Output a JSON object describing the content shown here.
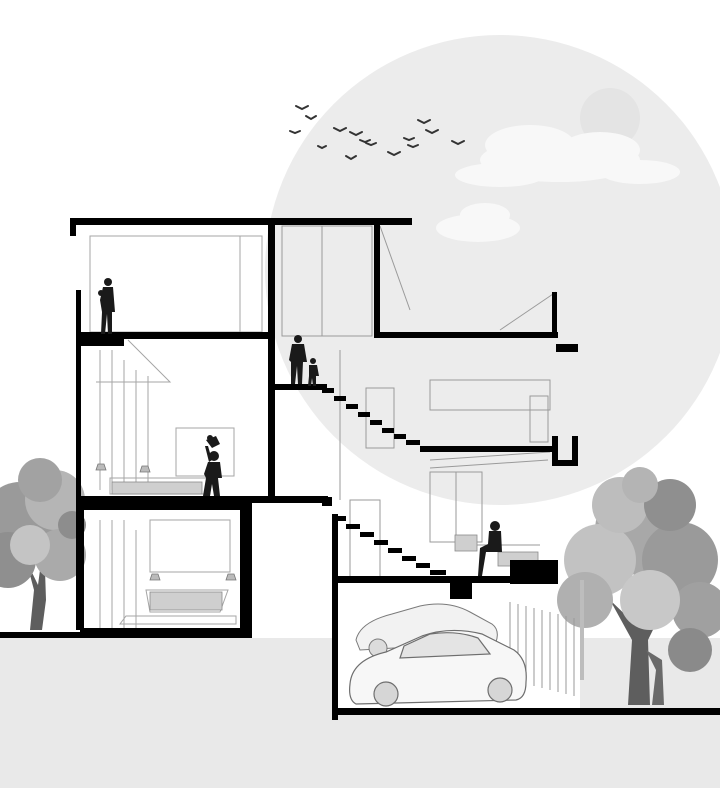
{
  "drawing": {
    "kind": "architectural-section",
    "palette": {
      "background": "#ffffff",
      "sun_disc": "#ececec",
      "ground": "#e9e9e9",
      "wall": "#000000",
      "tree_light": "#b9b9b9",
      "tree_mid": "#8f8f8f",
      "tree_dark": "#5e5e5e",
      "people": "#1a1a1a",
      "glass_lines": "#9a9a9a"
    },
    "elements": {
      "birds_count": 15,
      "cars_count": 2,
      "trees_count": 2,
      "people_count": 7
    }
  }
}
